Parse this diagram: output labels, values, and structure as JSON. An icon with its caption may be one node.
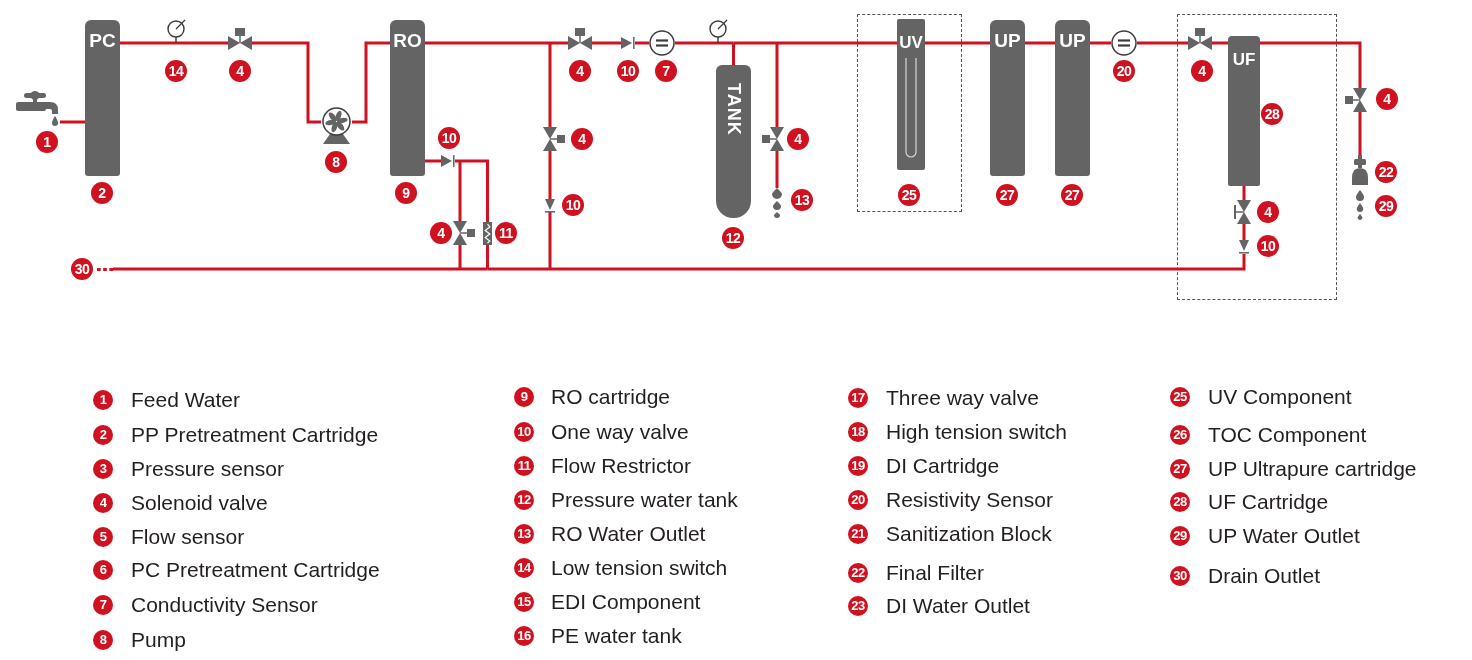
{
  "diagram": {
    "nodes": [
      {
        "text": [],
        "shape": "picture",
        "beside": [
          "1"
        ]
      },
      {
        "text": [
          "PC"
        ],
        "beside": [
          "2"
        ]
      },
      {
        "text": [],
        "shape": "circle",
        "beside": [
          "14"
        ]
      },
      {
        "text": [],
        "shape": "valve",
        "beside": [
          "4"
        ]
      },
      {
        "text": [],
        "shape": "circle",
        "beside": [
          "8"
        ]
      },
      {
        "text": [
          "RO"
        ],
        "beside": [
          "9"
        ]
      },
      {
        "text": [],
        "shape": "valve",
        "beside": [
          "10"
        ]
      },
      {
        "text": [],
        "shape": "valve",
        "beside": [
          "4"
        ]
      },
      {
        "text": [],
        "shape": "bar",
        "beside": [
          "11"
        ]
      },
      {
        "text": [],
        "shape": "valve",
        "beside": [
          "4"
        ]
      },
      {
        "text": [],
        "shape": "valve",
        "beside": [
          "10"
        ]
      },
      {
        "text": [],
        "shape": "valve",
        "beside": [
          "4"
        ]
      },
      {
        "text": [],
        "shape": "valve",
        "beside": [
          "10"
        ]
      },
      {
        "text": [],
        "shape": "circle",
        "beside": [
          "7"
        ]
      },
      {
        "text": [],
        "shape": "circle"
      },
      {
        "text": [
          "TANK"
        ],
        "beside": [
          "12"
        ]
      },
      {
        "text": [],
        "shape": "valve",
        "beside": [
          "4"
        ]
      },
      {
        "text": [],
        "shape": "drops",
        "beside": [
          "13"
        ]
      },
      {
        "text": [],
        "shape": "box",
        "beside": [
          "25"
        ]
      },
      {
        "text": [
          "UV"
        ],
        "in": 18
      },
      {
        "text": [
          "UP"
        ],
        "beside": [
          "27"
        ]
      },
      {
        "text": [
          "UP"
        ],
        "beside": [
          "27"
        ]
      },
      {
        "text": [],
        "shape": "circle",
        "beside": [
          "20"
        ]
      },
      {
        "text": [],
        "shape": "box"
      },
      {
        "text": [],
        "shape": "valve",
        "in": 23,
        "beside": [
          "4"
        ]
      },
      {
        "text": [
          "UF"
        ],
        "in": 23,
        "beside": [
          "28"
        ]
      },
      {
        "text": [],
        "shape": "valve",
        "in": 23,
        "beside": [
          "4"
        ]
      },
      {
        "text": [],
        "shape": "valve",
        "in": 23,
        "beside": [
          "10"
        ]
      },
      {
        "text": [],
        "shape": "valve",
        "beside": [
          "4"
        ]
      },
      {
        "text": [],
        "shape": "filter",
        "beside": [
          "22"
        ]
      },
      {
        "text": [],
        "shape": "drops",
        "beside": [
          "29"
        ]
      },
      {
        "text": [],
        "shape": "dashes",
        "beside": [
          "30"
        ]
      }
    ],
    "edges": [
      {
        "from": 0,
        "to": 1,
        "arrow": "none"
      },
      {
        "from": 1,
        "to": 2,
        "arrow": "none"
      },
      {
        "from": 2,
        "to": 3,
        "arrow": "none"
      },
      {
        "from": 3,
        "to": 4,
        "arrow": "none"
      },
      {
        "from": 4,
        "to": 5,
        "arrow": "none"
      },
      {
        "from": 5,
        "to": 11,
        "arrow": "none"
      },
      {
        "from": 5,
        "to": 9,
        "arrow": "none"
      },
      {
        "from": 9,
        "to": 10,
        "arrow": "none"
      },
      {
        "from": 10,
        "to": 31,
        "arrow": "none"
      },
      {
        "from": 5,
        "to": 6,
        "arrow": "none"
      },
      {
        "from": 6,
        "to": 7,
        "arrow": "none"
      },
      {
        "from": 6,
        "to": 8,
        "arrow": "none"
      },
      {
        "from": 7,
        "to": 31,
        "arrow": "none"
      },
      {
        "from": 8,
        "to": 31,
        "arrow": "none"
      },
      {
        "from": 11,
        "to": 12,
        "arrow": "none"
      },
      {
        "from": 12,
        "to": 13,
        "arrow": "none"
      },
      {
        "from": 13,
        "to": 14,
        "arrow": "none"
      },
      {
        "from": 14,
        "to": 15,
        "arrow": "none"
      },
      {
        "from": 14,
        "to": 16,
        "arrow": "none"
      },
      {
        "from": 16,
        "to": 17,
        "arrow": "none"
      },
      {
        "from": 14,
        "to": 19,
        "arrow": "none"
      },
      {
        "from": 19,
        "to": 20,
        "arrow": "none"
      },
      {
        "from": 20,
        "to": 21,
        "arrow": "none"
      },
      {
        "from": 21,
        "to": 22,
        "arrow": "none"
      },
      {
        "from": 22,
        "to": 24,
        "arrow": "none"
      },
      {
        "from": 24,
        "to": 25,
        "arrow": "none"
      },
      {
        "from": 25,
        "to": 28,
        "arrow": "none"
      },
      {
        "from": 28,
        "to": 29,
        "arrow": "none"
      },
      {
        "from": 25,
        "to": 26,
        "arrow": "none"
      },
      {
        "from": 26,
        "to": 27,
        "arrow": "none"
      },
      {
        "from": 27,
        "to": 31,
        "arrow": "none"
      }
    ],
    "labels": [
      "1",
      "Feed Water",
      "2",
      "PP Pretreatment Cartridge",
      "3",
      "Pressure sensor",
      "4",
      "Solenoid valve",
      "5",
      "Flow sensor",
      "6",
      "PC Pretreatment Cartridge",
      "7",
      "Conductivity Sensor",
      "8",
      "Pump",
      "9",
      "RO cartridge",
      "10",
      "One way valve",
      "11",
      "Flow Restrictor",
      "12",
      "Pressure water tank",
      "13",
      "RO Water Outlet",
      "14",
      "Low tension switch",
      "15",
      "EDI Component",
      "16",
      "PE water tank",
      "17",
      "Three way valve",
      "18",
      "High tension switch",
      "19",
      "DI Cartridge",
      "20",
      "Resistivity Sensor",
      "21",
      "Sanitization Block",
      "22",
      "Final Filter",
      "23",
      "DI Water Outlet",
      "25",
      "UV Component",
      "26",
      "TOC Component",
      "27",
      "UP Ultrapure cartridge",
      "28",
      "UF Cartridge",
      "29",
      "UP Water Outlet",
      "30",
      "Drain Outlet"
    ]
  }
}
